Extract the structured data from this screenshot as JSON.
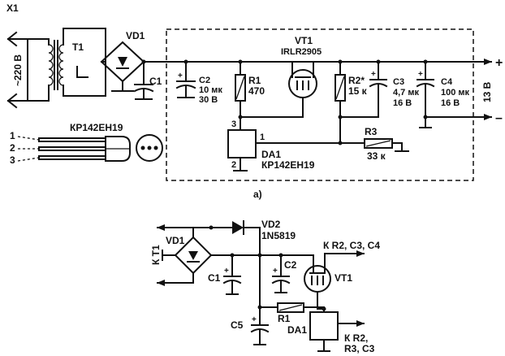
{
  "circuit_a": {
    "x1": "X1",
    "mains": "~220 В",
    "t1": "T1",
    "vd1": "VD1",
    "c1": "C1",
    "c2": "C2",
    "c2_cap": "10 мк",
    "c2_volt": "30 В",
    "r1": "R1",
    "r1_val": "470",
    "vt1": "VT1",
    "vt1_part": "IRLR2905",
    "r2": "R2*",
    "r2_val": "15 к",
    "c3": "C3",
    "c3_cap": "4,7 мк",
    "c3_volt": "16 В",
    "c4": "C4",
    "c4_cap": "100 мк",
    "c4_volt": "16 В",
    "r3": "R3",
    "r3_val": "33 к",
    "da1": "DA1",
    "da1_part": "КР142ЕН19",
    "pin1": "1",
    "pin2": "2",
    "pin3": "3",
    "out_voltage": "13 В",
    "plus": "+",
    "minus": "–",
    "caption": "а)"
  },
  "package": {
    "part": "КР142ЕН19",
    "pin1": "1",
    "pin2": "2",
    "pin3": "3"
  },
  "circuit_b": {
    "to_t1": "К Т1",
    "vd1": "VD1",
    "vd2": "VD2",
    "vd2_part": "1N5819",
    "c1": "C1",
    "c2": "C2",
    "c5": "C5",
    "r1": "R1",
    "vt1": "VT1",
    "da1": "DA1",
    "to_out": "К R2, C3, C4",
    "to_r2": "К R2,",
    "to_r3": "R3, C3"
  }
}
